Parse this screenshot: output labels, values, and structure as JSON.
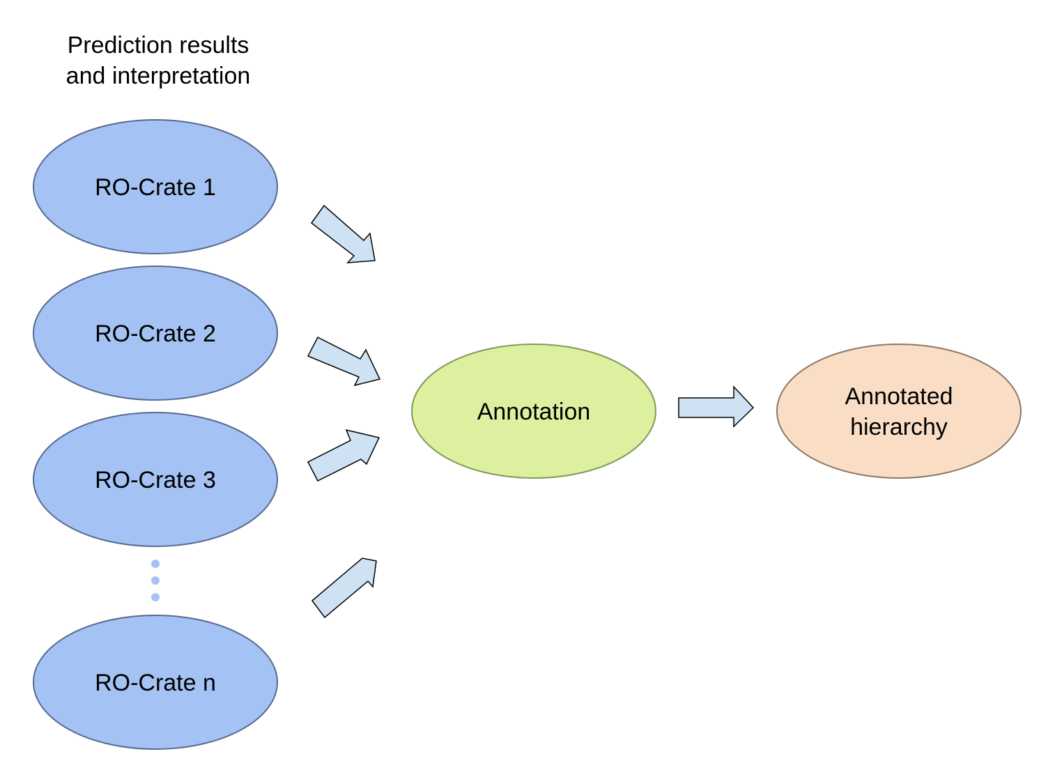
{
  "header": {
    "title_line1": "Prediction results",
    "title_line2": "and interpretation"
  },
  "crates": [
    {
      "label": "RO-Crate 1"
    },
    {
      "label": "RO-Crate 2"
    },
    {
      "label": "RO-Crate 3"
    },
    {
      "label": "RO-Crate n"
    }
  ],
  "annotation": {
    "label": "Annotation"
  },
  "output": {
    "label_line1": "Annotated",
    "label_line2": "hierarchy"
  },
  "colors": {
    "crate_fill": "#a4c2f4",
    "crate_stroke": "#56698f",
    "annotation_fill": "#dcf0a0",
    "annotation_stroke": "#7f9955",
    "output_fill": "#f9dec5",
    "output_stroke": "#8c7765",
    "arrow_fill": "#cfe2f3",
    "arrow_stroke": "#000000",
    "ellipsis_dots": "#a4c2f4"
  }
}
